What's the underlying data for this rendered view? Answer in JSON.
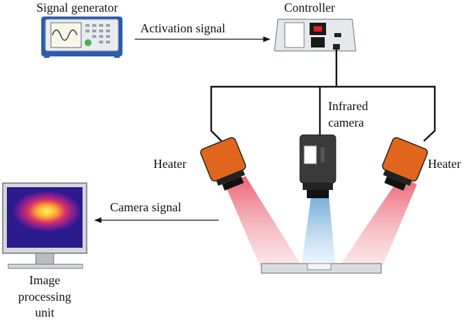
{
  "labels": {
    "signal_generator": "Signal generator",
    "controller": "Controller",
    "activation_signal": "Activation signal",
    "infrared_camera_line1": "Infrared",
    "infrared_camera_line2": "camera",
    "heater_left": "Heater",
    "heater_right": "Heater",
    "camera_signal": "Camera signal",
    "image_line1": "Image",
    "image_line2": "processing",
    "image_line3": "unit"
  },
  "colors": {
    "heater": "#e0661e",
    "heater_beam": "#e8475a",
    "camera_beam": "#9fc8e8",
    "camera_body": "#3a3a3a",
    "monitor_screen": "#2a1a8c",
    "generator_frame": "#2c5cae",
    "controller_led": "#d9222a"
  }
}
